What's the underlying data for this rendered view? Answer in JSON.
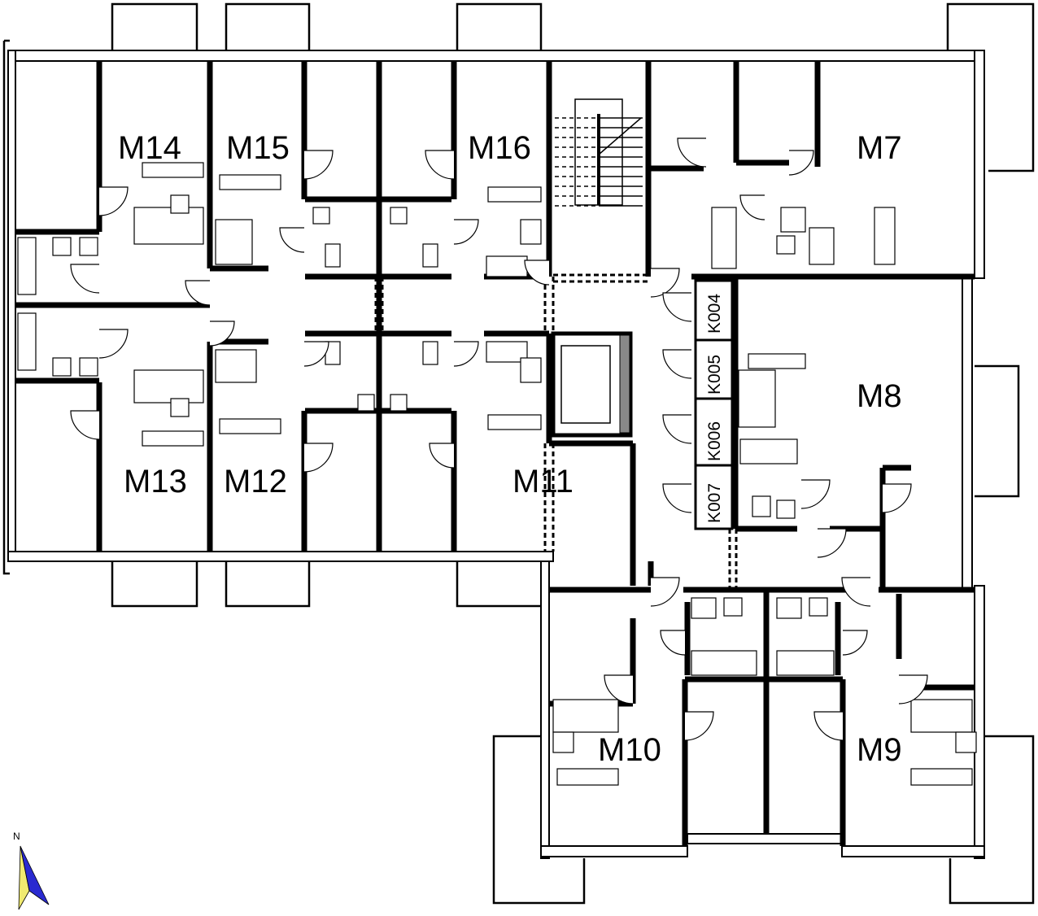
{
  "plan": {
    "apartments": {
      "m14": "M14",
      "m15": "M15",
      "m16": "M16",
      "m7": "M7",
      "m8": "M8",
      "m13": "M13",
      "m12": "M12",
      "m11": "M11",
      "m10": "M10",
      "m9": "M9"
    },
    "storage": {
      "k004": "K004",
      "k005": "K005",
      "k006": "K006",
      "k007": "K007"
    },
    "north_label": "N",
    "colors": {
      "arrow_blue": "#2a2ad0",
      "arrow_yellow": "#f0ea70"
    }
  }
}
